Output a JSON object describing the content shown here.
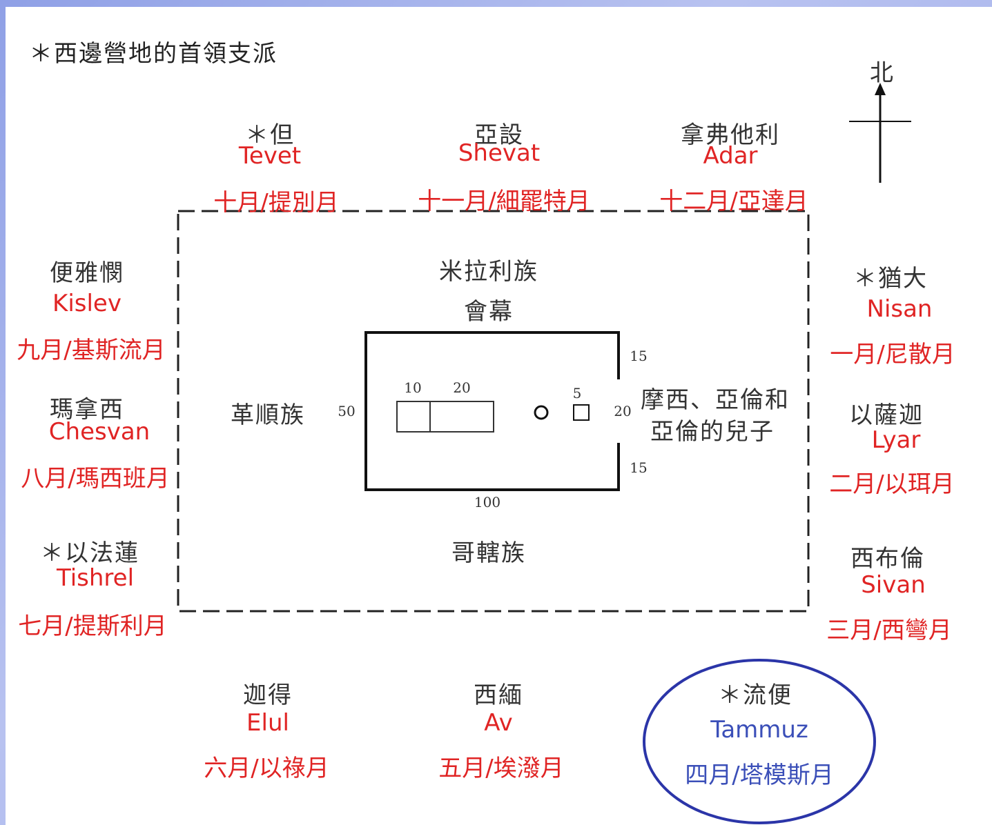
{
  "title": "＊西邊營地的首領支派",
  "north_label": "北",
  "top": [
    {
      "tribe": "＊但",
      "month": "Tevet",
      "cn_month": "十月/提別月"
    },
    {
      "tribe": "亞設",
      "month": "Shevat",
      "cn_month": "十一月/細罷特月"
    },
    {
      "tribe": "拿弗他利",
      "month": "Adar",
      "cn_month": "十二月/亞達月"
    }
  ],
  "left": [
    {
      "tribe": "便雅憫",
      "month": "Kislev",
      "cn_month": "九月/基斯流月"
    },
    {
      "tribe": "瑪拿西",
      "month": "Chesvan",
      "cn_month": "八月/瑪西班月"
    },
    {
      "tribe": "＊以法蓮",
      "month": "Tishrel",
      "cn_month": "七月/提斯利月"
    }
  ],
  "right": [
    {
      "tribe": "＊猶大",
      "month": "Nisan",
      "cn_month": "一月/尼散月"
    },
    {
      "tribe": "以薩迦",
      "month": "Lyar",
      "cn_month": "二月/以珥月"
    },
    {
      "tribe": "西布倫",
      "month": "Sivan",
      "cn_month": "三月/西彎月"
    }
  ],
  "bottom": [
    {
      "tribe": "迦得",
      "month": "Elul",
      "cn_month": "六月/以祿月"
    },
    {
      "tribe": "西緬",
      "month": "Av",
      "cn_month": "五月/埃潑月"
    },
    {
      "tribe": "＊流便",
      "month": "Tammuz",
      "cn_month": "四月/塔模斯月"
    }
  ],
  "inner": {
    "north": "米拉利族",
    "tabernacle": "會幕",
    "west": "革順族",
    "south": "哥轄族",
    "east_line1": "摩西、亞倫和",
    "east_line2": "亞倫的兒子",
    "dim_50": "50",
    "dim_10": "10",
    "dim_20": "20",
    "dim_5": "5",
    "dim_20b": "20",
    "dim_15a": "15",
    "dim_15b": "15",
    "dim_100": "100"
  },
  "colors": {
    "red": "#e02424",
    "blue": "#3b4fb8",
    "text": "#333333"
  }
}
